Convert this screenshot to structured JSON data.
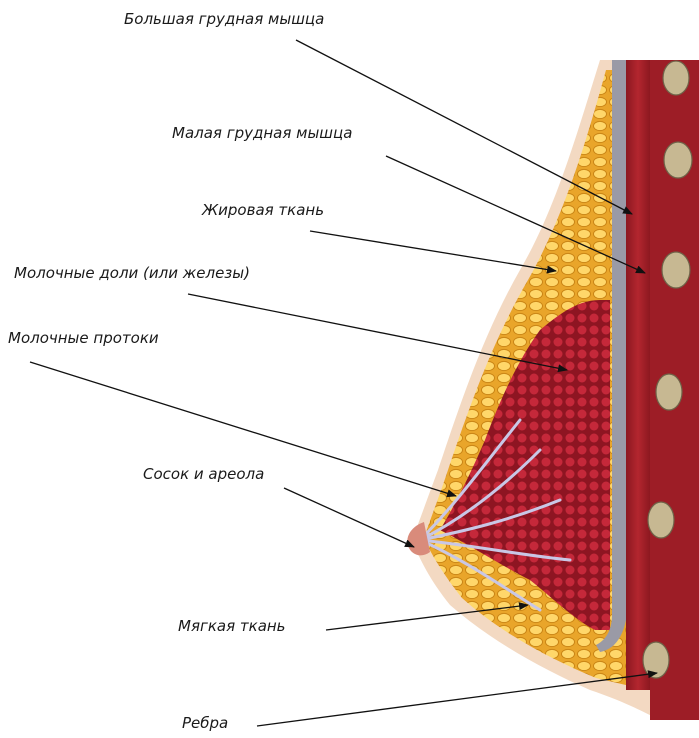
{
  "labels": {
    "pectoralis_major": "Большая грудная мышца",
    "pectoralis_minor": "Малая грудная мышца",
    "fat_tissue": "Жировая ткань",
    "lobes": "Молочные доли (или железы)",
    "ducts": "Молочные протоки",
    "nipple_areola": "Сосок и ареола",
    "soft_tissue": "Мягкая ткань",
    "ribs": "Ребра"
  },
  "colors": {
    "muscle": "#a3202a",
    "muscle_dark": "#7a1218",
    "fat": "#f2b233",
    "fat_light": "#ffd76a",
    "gland": "#c0273a",
    "duct": "#b9b7d6",
    "fascia": "#9a9aa6",
    "skin": "#f7e2cf",
    "rib": "#b9a987",
    "arrow": "#111111"
  }
}
